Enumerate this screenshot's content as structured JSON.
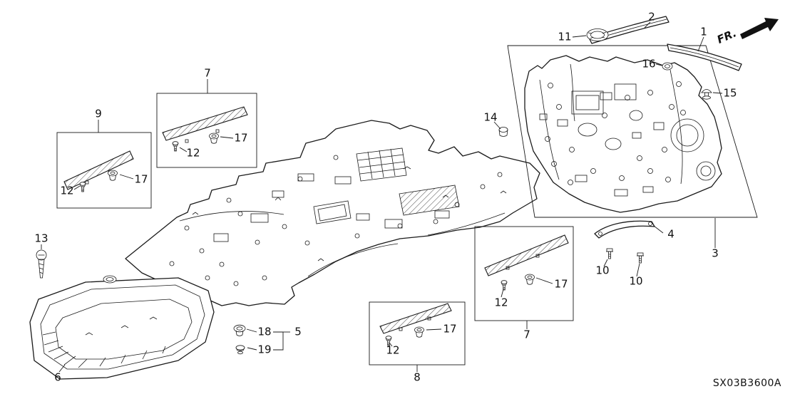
{
  "drawing": {
    "code": "SX03B3600A",
    "direction_label": "FR.",
    "callouts": [
      "2",
      "1",
      "11",
      "16",
      "15",
      "7",
      "9",
      "14",
      "17",
      "12",
      "17",
      "12",
      "13",
      "4",
      "3",
      "10",
      "10",
      "17",
      "12",
      "7",
      "18",
      "5",
      "19",
      "17",
      "12",
      "8",
      "6"
    ]
  }
}
